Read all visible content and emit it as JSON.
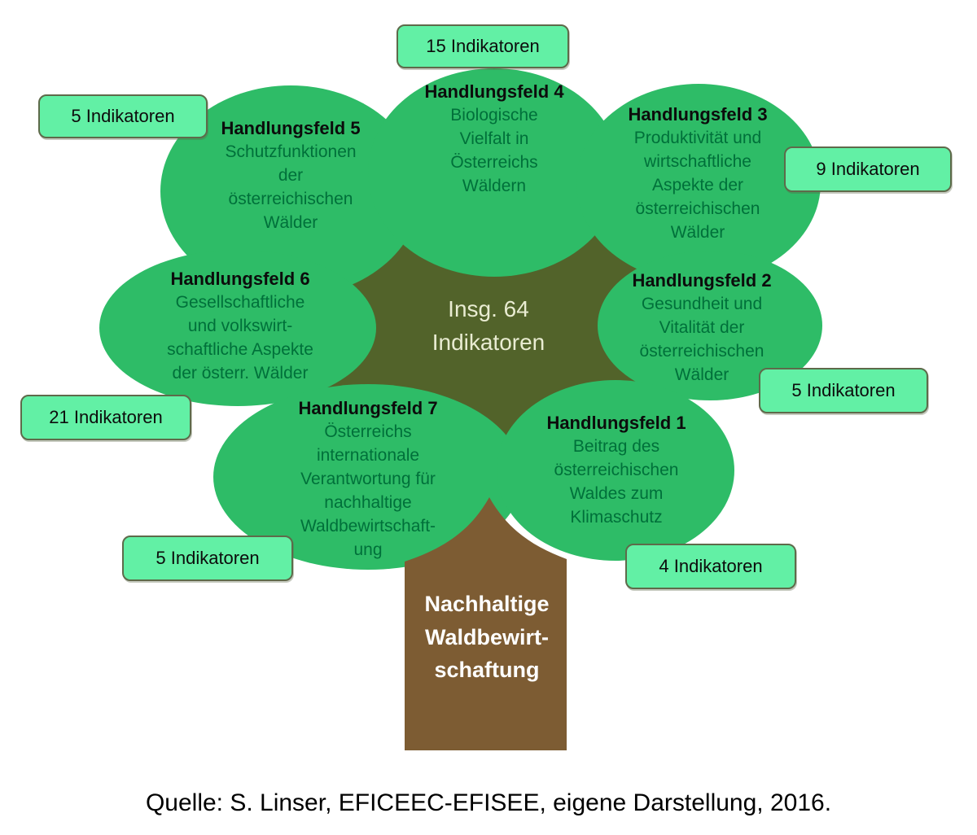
{
  "diagram_title_implicit": "Nachhaltige Waldbewirtschaftung — Handlungsfelder und Indikatoren",
  "center": {
    "label": "Insg. 64\nIndikatoren",
    "total_indicators": 64
  },
  "trunk": {
    "label": "Nachhaltige\nWaldbewirt-\nschaftung"
  },
  "fields": [
    {
      "id": 1,
      "title": "Handlungsfeld 1",
      "body": "Beitrag des\nösterreichischen\nWaldes zum\nKlimaschutz",
      "badge": "4 Indikatoren",
      "indicator_count": 4
    },
    {
      "id": 2,
      "title": "Handlungsfeld 2",
      "body": "Gesundheit und\nVitalität der\nösterreichischen\nWälder",
      "badge": "5 Indikatoren",
      "indicator_count": 5
    },
    {
      "id": 3,
      "title": "Handlungsfeld 3",
      "body": "Produktivität und\nwirtschaftliche\nAspekte der\nösterreichischen\nWälder",
      "badge": "9 Indikatoren",
      "indicator_count": 9
    },
    {
      "id": 4,
      "title": "Handlungsfeld 4",
      "body": "Biologische\nVielfalt in\nÖsterreichs\nWäldern",
      "badge": "15 Indikatoren",
      "indicator_count": 15
    },
    {
      "id": 5,
      "title": "Handlungsfeld 5",
      "body": "Schutzfunktionen\nder\nösterreichischen\nWälder",
      "badge": "5 Indikatoren",
      "indicator_count": 5
    },
    {
      "id": 6,
      "title": "Handlungsfeld 6",
      "body": "Gesellschaftliche\nund volkswirt-\nschaftliche Aspekte\nder österr. Wälder",
      "badge": "21 Indikatoren",
      "indicator_count": 21
    },
    {
      "id": 7,
      "title": "Handlungsfeld 7",
      "body": "Österreichs\ninternationale\nVerantwortung für\nnachhaltige\nWaldbewirtschaft-\nung",
      "badge": "5 Indikatoren",
      "indicator_count": 5
    }
  ],
  "caption": "Quelle: S. Linser, EFICEEC-EFISEE, eigene Darstellung, 2016.",
  "colors": {
    "canopy_green": "#2ebc67",
    "center_olive": "#52632a",
    "trunk_brown": "#7d5c33",
    "badge_fill": "#62f0a5",
    "badge_border": "#5e6a4a",
    "body_text_green": "#00703a",
    "header_text": "#0c0c0c",
    "center_text": "#e9ecd2",
    "trunk_text": "#ffffff"
  }
}
